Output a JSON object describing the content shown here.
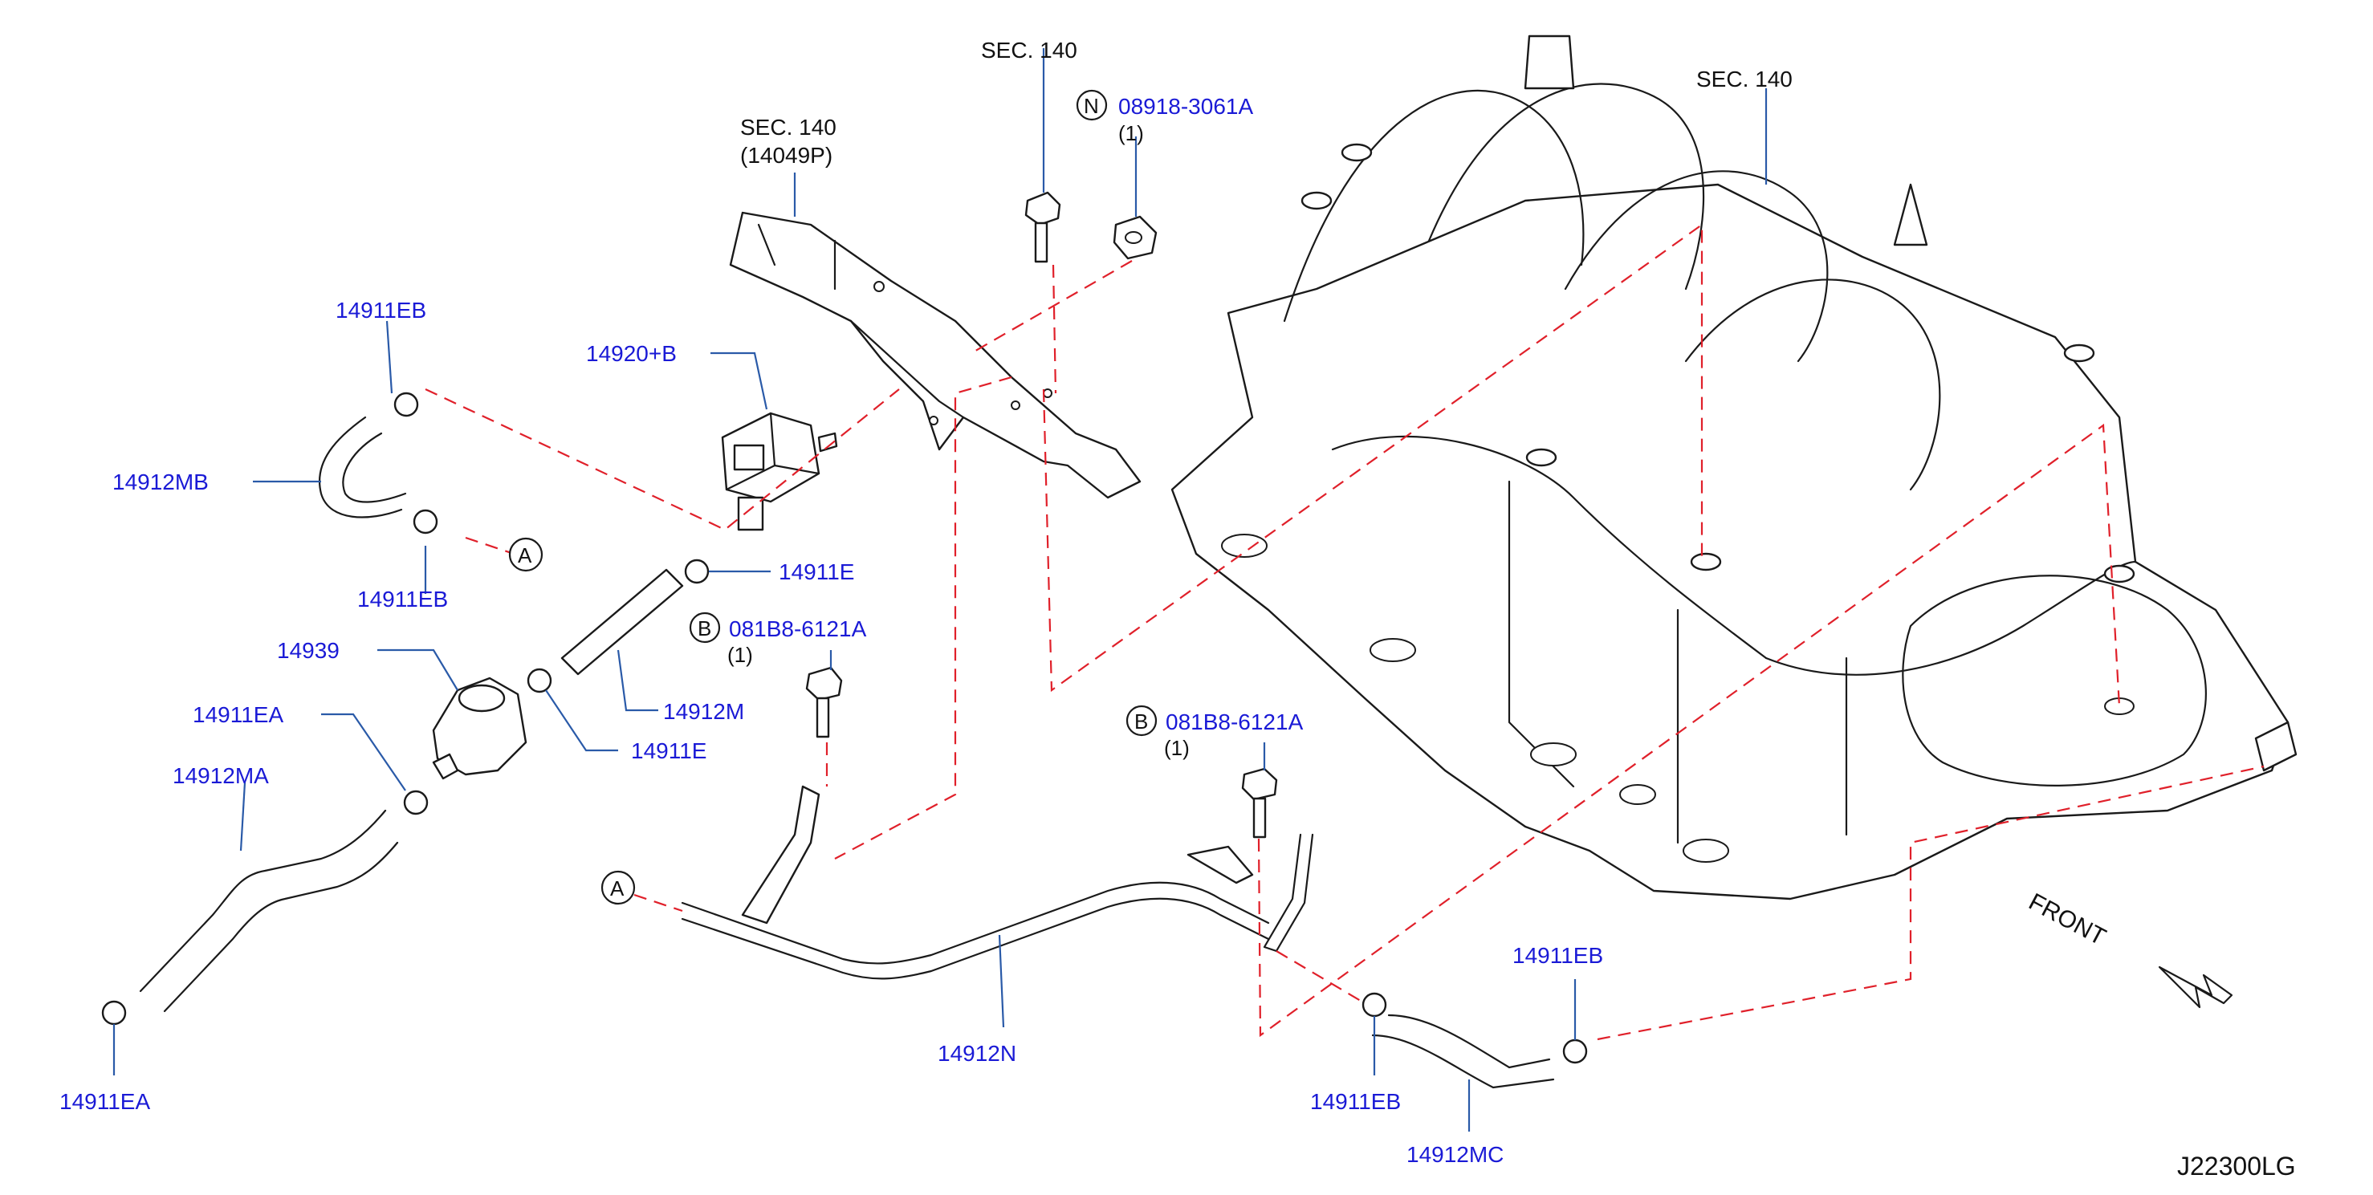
{
  "diagram_id": "J22300LG",
  "front_label": "FRONT",
  "colors": {
    "part_number": "#1a1ad6",
    "leader": "#2a5aa8",
    "dashed_guide": "#e0202a",
    "line_art": "#1a1a1a"
  },
  "labels": {
    "sec140_top": "SEC.  140",
    "sec140_bracket": "SEC.  140",
    "sec140_bracket_sub": "(14049P)",
    "sec140_manifold": "SEC.  140",
    "p14911EB_1": "14911EB",
    "p14912MB": "14912MB",
    "p14911EB_2": "14911EB",
    "p14920B": "14920+B",
    "p14911E_1": "14911E",
    "p14912M": "14912M",
    "p14939": "14939",
    "p14911E_2": "14911E",
    "p14911EA_1": "14911EA",
    "p14912MA": "14912MA",
    "p14911EA_2": "14911EA",
    "p14912N": "14912N",
    "p14911EB_3": "14911EB",
    "p14912MC": "14912MC",
    "p14911EB_4": "14911EB"
  },
  "fasteners": {
    "nut": {
      "symbol": "N",
      "part": "08918-3061A",
      "qty": "(1)"
    },
    "bolt1": {
      "symbol": "B",
      "part": "081B8-6121A",
      "qty": "(1)"
    },
    "bolt2": {
      "symbol": "B",
      "part": "081B8-6121A",
      "qty": "(1)"
    }
  },
  "connection_marks": {
    "a1": "A",
    "a2": "A"
  }
}
